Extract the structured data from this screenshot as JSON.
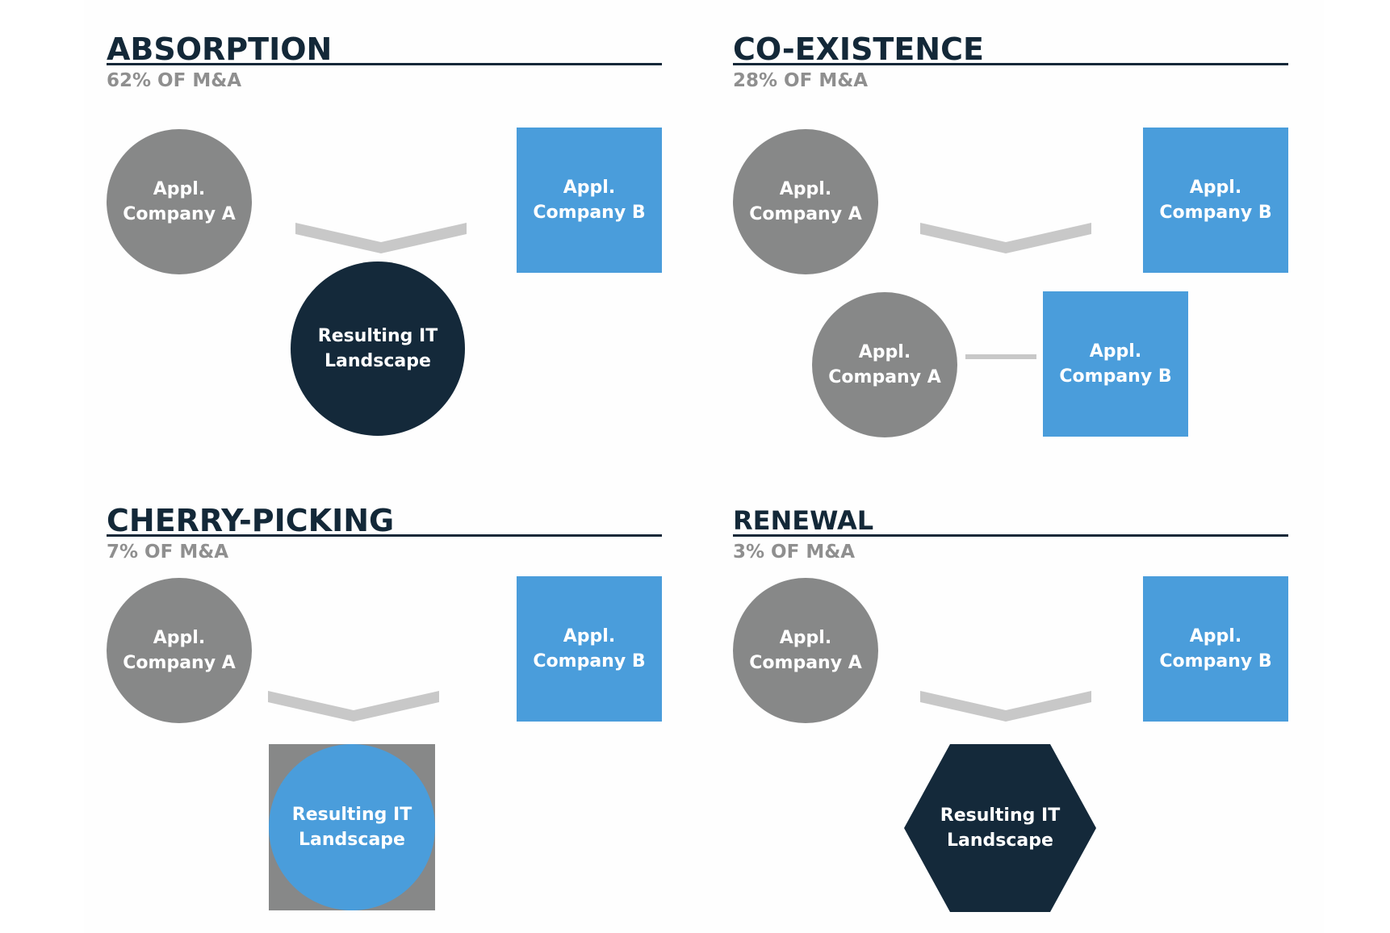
{
  "colors": {
    "navy": "#14293a",
    "grey": "#878888",
    "blue": "#4a9ddb",
    "connector": "#c8c8c8",
    "subtitle": "#8f8f8f"
  },
  "icons": [
    "merge-chevron-icon",
    "connector-line-icon",
    "hexagon-shape"
  ],
  "sections": {
    "absorption": {
      "title": "ABSORPTION",
      "share": "62% OF M&A",
      "a": [
        "Appl.",
        "Company A"
      ],
      "b": [
        "Appl.",
        "Company B"
      ],
      "result": [
        "Resulting IT",
        "Landscape"
      ]
    },
    "coexistence": {
      "title": "CO-EXISTENCE",
      "share": "28% OF M&A",
      "a": [
        "Appl.",
        "Company A"
      ],
      "b": [
        "Appl.",
        "Company B"
      ],
      "a2": [
        "Appl.",
        "Company A"
      ],
      "b2": [
        "Appl.",
        "Company B"
      ]
    },
    "cherrypicking": {
      "title": "CHERRY-PICKING",
      "share": "7% OF M&A",
      "a": [
        "Appl.",
        "Company A"
      ],
      "b": [
        "Appl.",
        "Company B"
      ],
      "result": [
        "Resulting IT",
        "Landscape"
      ]
    },
    "renewal": {
      "title": "RENEWAL",
      "share": "3% OF M&A",
      "a": [
        "Appl.",
        "Company A"
      ],
      "b": [
        "Appl.",
        "Company B"
      ],
      "result": [
        "Resulting IT",
        "Landscape"
      ]
    }
  }
}
